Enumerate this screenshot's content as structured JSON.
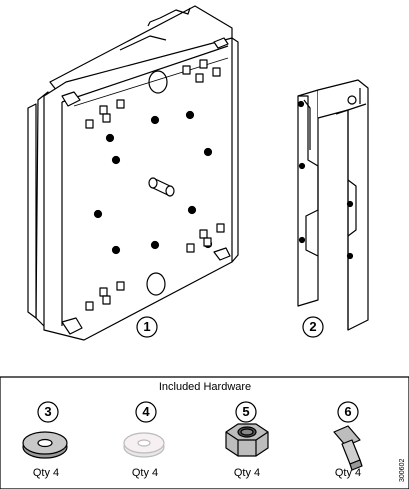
{
  "callouts": {
    "bracket": "1",
    "adapter": "2",
    "washer_metal": "3",
    "washer_plastic": "4",
    "nut": "5",
    "bolt": "6"
  },
  "hardware": {
    "title": "Included Hardware",
    "items": [
      {
        "callout": "3",
        "qty": "Qty 4",
        "icon": "flat-washer-icon"
      },
      {
        "callout": "4",
        "qty": "Qty 4",
        "icon": "plastic-washer-icon"
      },
      {
        "callout": "5",
        "qty": "Qty 4",
        "icon": "hex-nut-icon"
      },
      {
        "callout": "6",
        "qty": "Qty 4",
        "icon": "carriage-bolt-icon"
      }
    ]
  },
  "figure_id": "300602"
}
